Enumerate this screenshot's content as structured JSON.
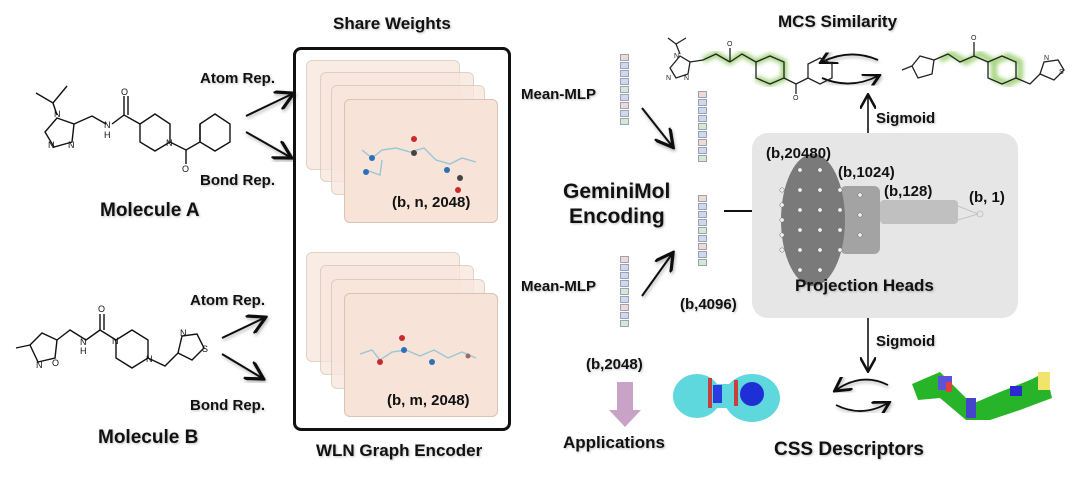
{
  "title_share_weights": "Share Weights",
  "title_mcs": "MCS Similarity",
  "molecule_a": {
    "label": "Molecule A",
    "atom_rep": "Atom Rep.",
    "bond_rep": "Bond Rep."
  },
  "molecule_b": {
    "label": "Molecule B",
    "atom_rep": "Atom Rep.",
    "bond_rep": "Bond Rep."
  },
  "encoder": {
    "name": "WLN Graph Encoder",
    "shape_a": "(b, n, 2048)",
    "shape_b": "(b, m, 2048)"
  },
  "pooling": {
    "label_a": "Mean-MLP",
    "label_b": "Mean-MLP",
    "shape": "(b,2048)"
  },
  "encoding": {
    "line1": "GeminiMol",
    "line2": "Encoding",
    "shape": "(b,4096)"
  },
  "projection": {
    "title": "Projection Heads",
    "layers": [
      "(b,20480)",
      "(b,1024)",
      "(b,128)",
      "(b, 1)"
    ]
  },
  "sigmoid_top": "Sigmoid",
  "sigmoid_bottom": "Sigmoid",
  "applications": "Applications",
  "css_descriptors": "CSS Descriptors",
  "colors": {
    "card_fill": "#f7e3d7",
    "panel_gray": "#e6e6e6",
    "vec_pink": "#f1d9d3",
    "vec_blue": "#cfd8ee",
    "vec_green": "#d5e8d4",
    "applications_arrow": "#c9a3c7",
    "mcs_highlight": "#7fc24a",
    "css_cyan": "#5fd8dd",
    "css_green": "#28b428"
  },
  "vector_pattern": [
    "pink",
    "blue",
    "blue",
    "blue",
    "green",
    "blue",
    "pink",
    "blue",
    "green"
  ]
}
